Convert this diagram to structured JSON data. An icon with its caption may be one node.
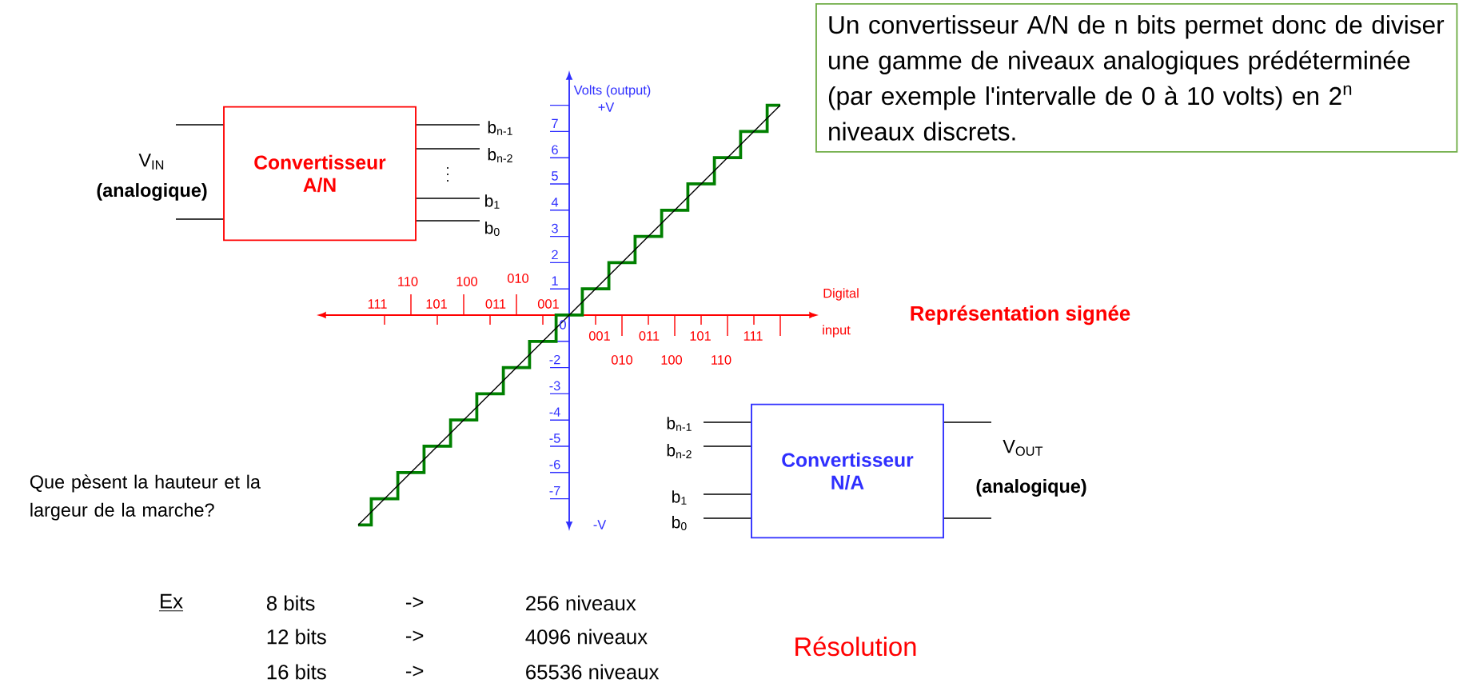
{
  "diagram": {
    "nodes": [
      {
        "text": [
          "Un convertisseur A/N de n bits permet donc de diviser une gamme de niveaux analogiques prédéterminée (par exemple l'intervalle de 0 à 10 volts) en 2$^{n}$ niveaux discrets."
        ]
      },
      {
        "text": [
          "Convertisseur A/N"
        ]
      },
      {
        "text": [
          "Convertisseur N/A"
        ]
      }
    ],
    "labels": [
      "Volts (output)",
      "+V",
      "b$_{n-1}$",
      "7",
      "V$_{IN}$",
      "b$_{n-2}$",
      "6",
      "5",
      "(analogique)",
      "b$_{1}$",
      "4",
      "b$_{0}$",
      "3",
      "2",
      "110",
      "100",
      "010",
      "1",
      "111",
      "101",
      "011",
      "001",
      "Digital",
      "0",
      "001",
      "011",
      "101",
      "111",
      "input",
      "Représentation signée",
      "-2",
      "010",
      "100",
      "110",
      "-3",
      "-4",
      "b$_{n-1}$",
      "V$_{OUT}$",
      "-5",
      "b$_{n-2}$",
      "-6",
      "(analogique)",
      "Que pèsent la hauteur et la largeur de la marche?",
      "-7",
      "b$_{1}$",
      "b$_{0}$",
      "-V",
      "Ex",
      "8 bits",
      "->",
      "256 niveaux",
      "12 bits",
      "->",
      "4096 niveaux",
      "16 bits",
      "->",
      "65536 niveaux",
      "Résolution"
    ]
  }
}
